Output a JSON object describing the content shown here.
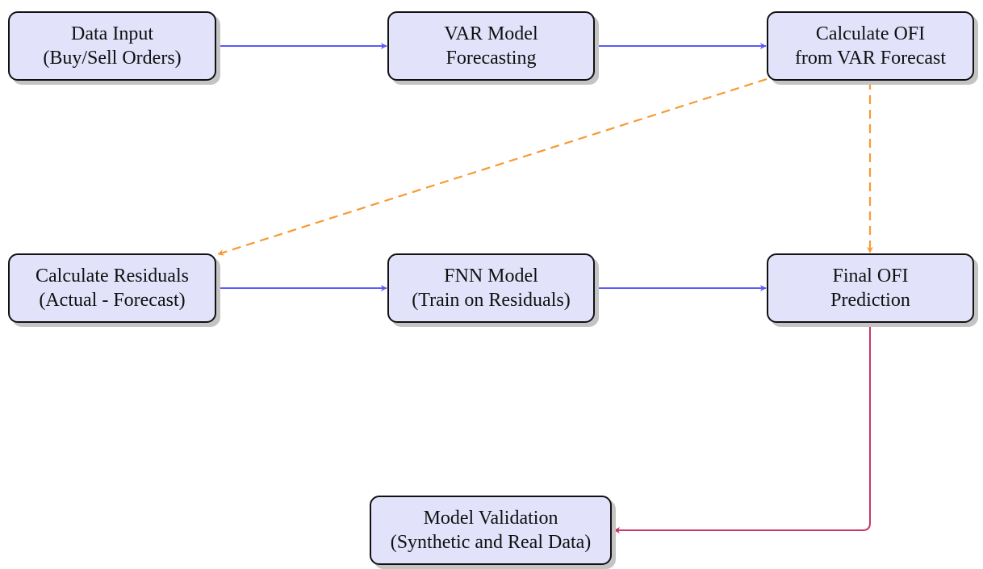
{
  "diagram": {
    "nodes": [
      {
        "id": "data-input",
        "line1": "Data Input",
        "line2": "(Buy/Sell Orders)"
      },
      {
        "id": "var-model",
        "line1": "VAR Model",
        "line2": "Forecasting"
      },
      {
        "id": "calc-ofi",
        "line1": "Calculate OFI",
        "line2": "from VAR Forecast"
      },
      {
        "id": "calc-residuals",
        "line1": "Calculate Residuals",
        "line2": "(Actual - Forecast)"
      },
      {
        "id": "fnn-model",
        "line1": "FNN Model",
        "line2": "(Train on Residuals)"
      },
      {
        "id": "final-ofi",
        "line1": "Final OFI",
        "line2": "Prediction"
      },
      {
        "id": "model-validation",
        "line1": "Model Validation",
        "line2": "(Synthetic and Real Data)"
      }
    ],
    "edges": [
      {
        "from": "data-input",
        "to": "var-model",
        "style": "solid",
        "color": "#5b5bf5"
      },
      {
        "from": "var-model",
        "to": "calc-ofi",
        "style": "solid",
        "color": "#5b5bf5"
      },
      {
        "from": "calc-ofi",
        "to": "calc-residuals",
        "style": "dashed",
        "color": "#f79a34"
      },
      {
        "from": "calc-ofi",
        "to": "final-ofi",
        "style": "dashed",
        "color": "#f79a34"
      },
      {
        "from": "calc-residuals",
        "to": "fnn-model",
        "style": "solid",
        "color": "#5b5bf5"
      },
      {
        "from": "fnn-model",
        "to": "final-ofi",
        "style": "solid",
        "color": "#5b5bf5"
      },
      {
        "from": "final-ofi",
        "to": "model-validation",
        "style": "solid",
        "color": "#c8366a"
      }
    ]
  }
}
